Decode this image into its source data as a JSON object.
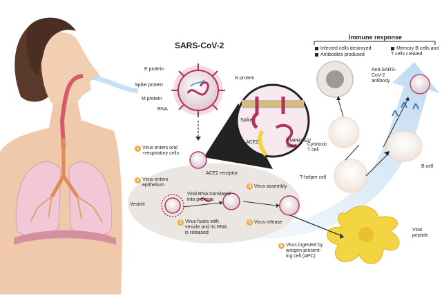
{
  "title": "SARS-CoV-2",
  "virus_labels": {
    "e_protein": "E protein",
    "spike_protein": "Spike protein",
    "m_protein": "M protein",
    "rna": "RNA",
    "n_protein": "N protein"
  },
  "inset_labels": {
    "spike": "Spike",
    "ace2": "ACE2",
    "tmprss2": "TMPRSS2/ furin"
  },
  "steps": [
    {
      "n": "1",
      "text": "Virus enters oral +respiratory cells"
    },
    {
      "n": "2",
      "text": "Virus enters epithelium"
    },
    {
      "n": "3",
      "text": "Virus fuses with vesicle and its RNA is released"
    },
    {
      "n": "4",
      "text": "Virus assembly"
    },
    {
      "n": "5",
      "text": "Virus release"
    },
    {
      "n": "6",
      "text": "Virus ingested by antigen-present- ing cell (APC)"
    }
  ],
  "cell_labels": {
    "ace2_receptor": "ACE2 receptor",
    "vesicle": "Vesicle",
    "viral_rna": "Viral RNA translated into proteins",
    "viral_peptide": "Viral peptide"
  },
  "immune": {
    "title": "Immune response",
    "legend_left": [
      "Infected cells destroyed",
      "Antibodies produced"
    ],
    "legend_right": "Memory B cells and T cells created",
    "antibody": "Anti-SARS- CoV-2 antibody",
    "cytotoxic": "Cytotoxic T cell",
    "thelper": "T-helper cell",
    "bcell": "B cell"
  },
  "colors": {
    "virus": "#b0345a",
    "virus_body": "#e9d9e2",
    "skin": "#efc9aa",
    "lung": "#f2c8d7",
    "step_badge": "#f2a93b",
    "arrow_blue": "#cfe4f5",
    "cell_bg": "#ebe6e2"
  }
}
